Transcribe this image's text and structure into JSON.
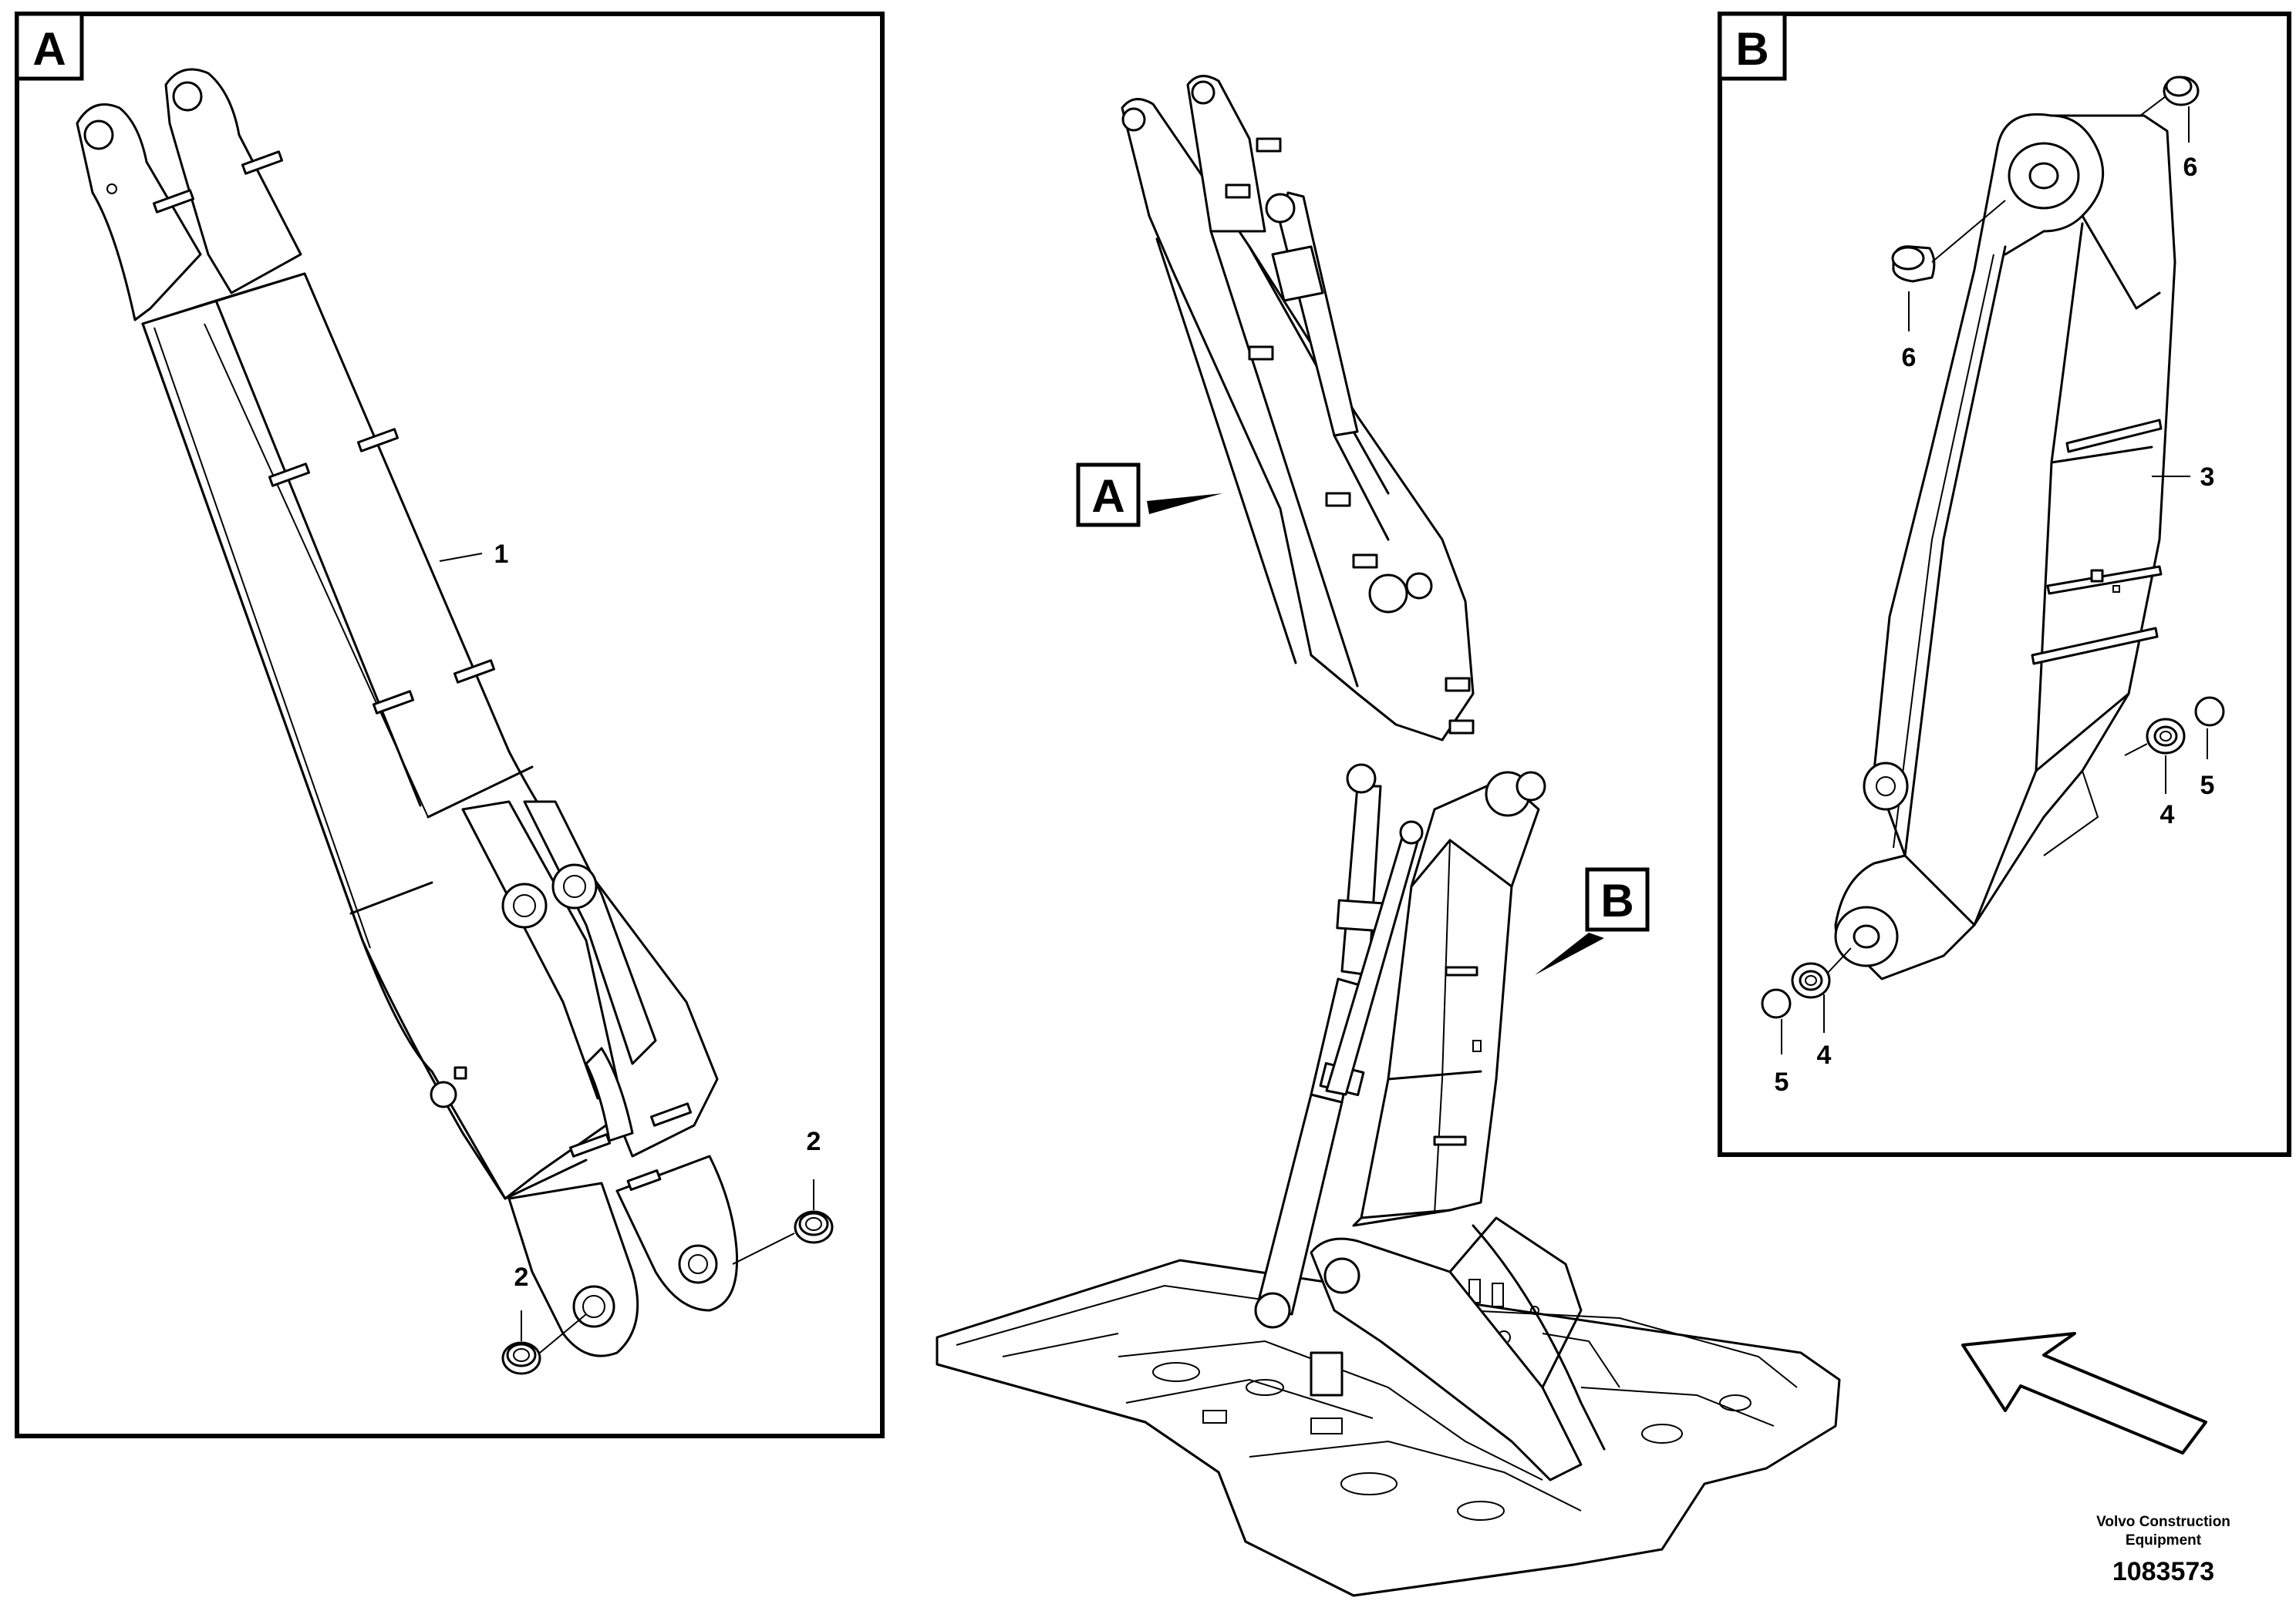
{
  "detail_a": {
    "tag": "A",
    "callouts": {
      "boom": "1",
      "bushing_left": "2",
      "bushing_right": "2"
    }
  },
  "detail_b": {
    "tag": "B",
    "callouts": {
      "boom_lower": "3",
      "bushing_front": "4",
      "bushing_rear": "4",
      "ring_front": "5",
      "ring_rear": "5",
      "pin_top": "6",
      "pin_left": "6"
    }
  },
  "main_view": {
    "tag_a": "A",
    "tag_b": "B",
    "view_arrow": "arrow-icon"
  },
  "footer": {
    "company_line1": "Volvo Construction",
    "company_line2": "Equipment",
    "drawing_number": "1083573"
  }
}
